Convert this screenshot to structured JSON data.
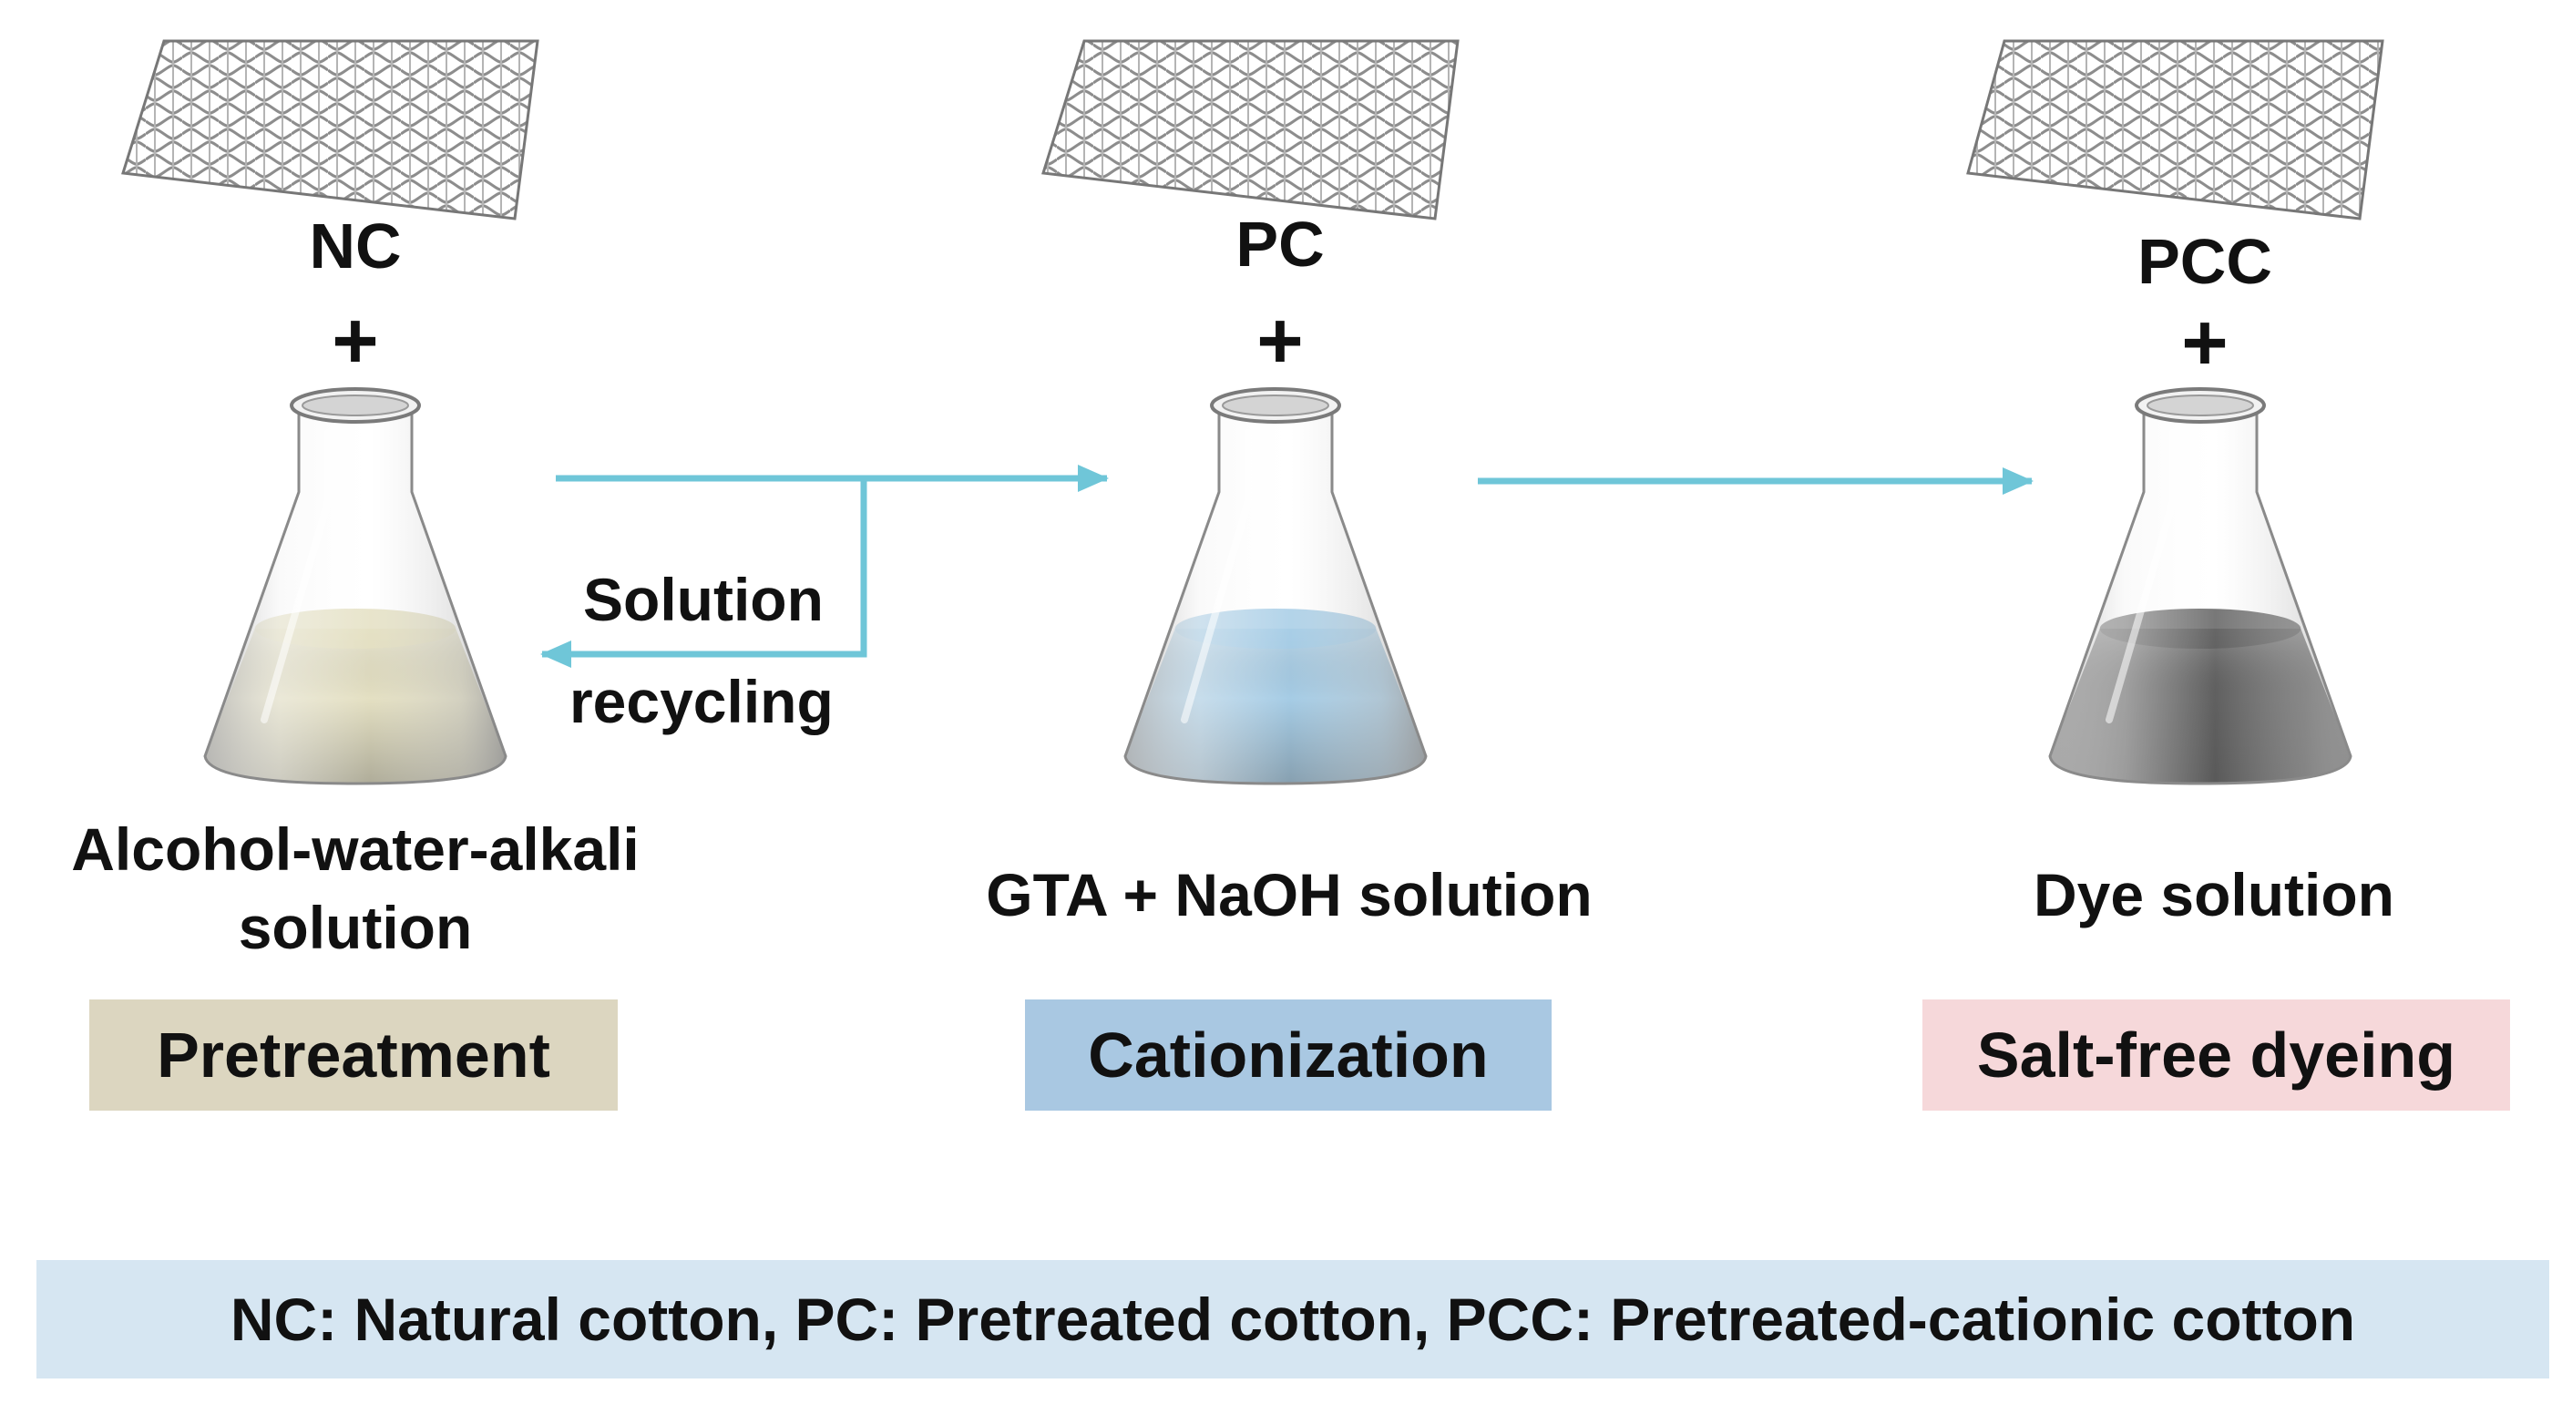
{
  "stages": [
    {
      "code": "NC",
      "plus": "+",
      "solution": "Alcohol-water-alkali\nsolution",
      "step": "Pretreatment"
    },
    {
      "code": "PC",
      "plus": "+",
      "solution": "GTA + NaOH solution",
      "step": "Cationization"
    },
    {
      "code": "PCC",
      "plus": "+",
      "solution": "Dye solution",
      "step": "Salt-free dyeing"
    }
  ],
  "recycle": {
    "line1": "Solution",
    "line2": "recycling"
  },
  "legend": "NC: Natural cotton, PC: Pretreated cotton, PCC: Pretreated-cationic cotton",
  "colors": {
    "arrow": "#6fc6d8",
    "pretreatment_box": "#dcd6c0",
    "cationization_box": "#a9c8e2",
    "dyeing_box": "#f6d8da",
    "legend_bar": "#d6e6f2",
    "liquid_1": "#d8d2a8",
    "liquid_2": "#7fb6da",
    "liquid_3": "#1c1c1c"
  },
  "icons": [
    "woven-fabric-icon",
    "erlenmeyer-flask-icon"
  ]
}
